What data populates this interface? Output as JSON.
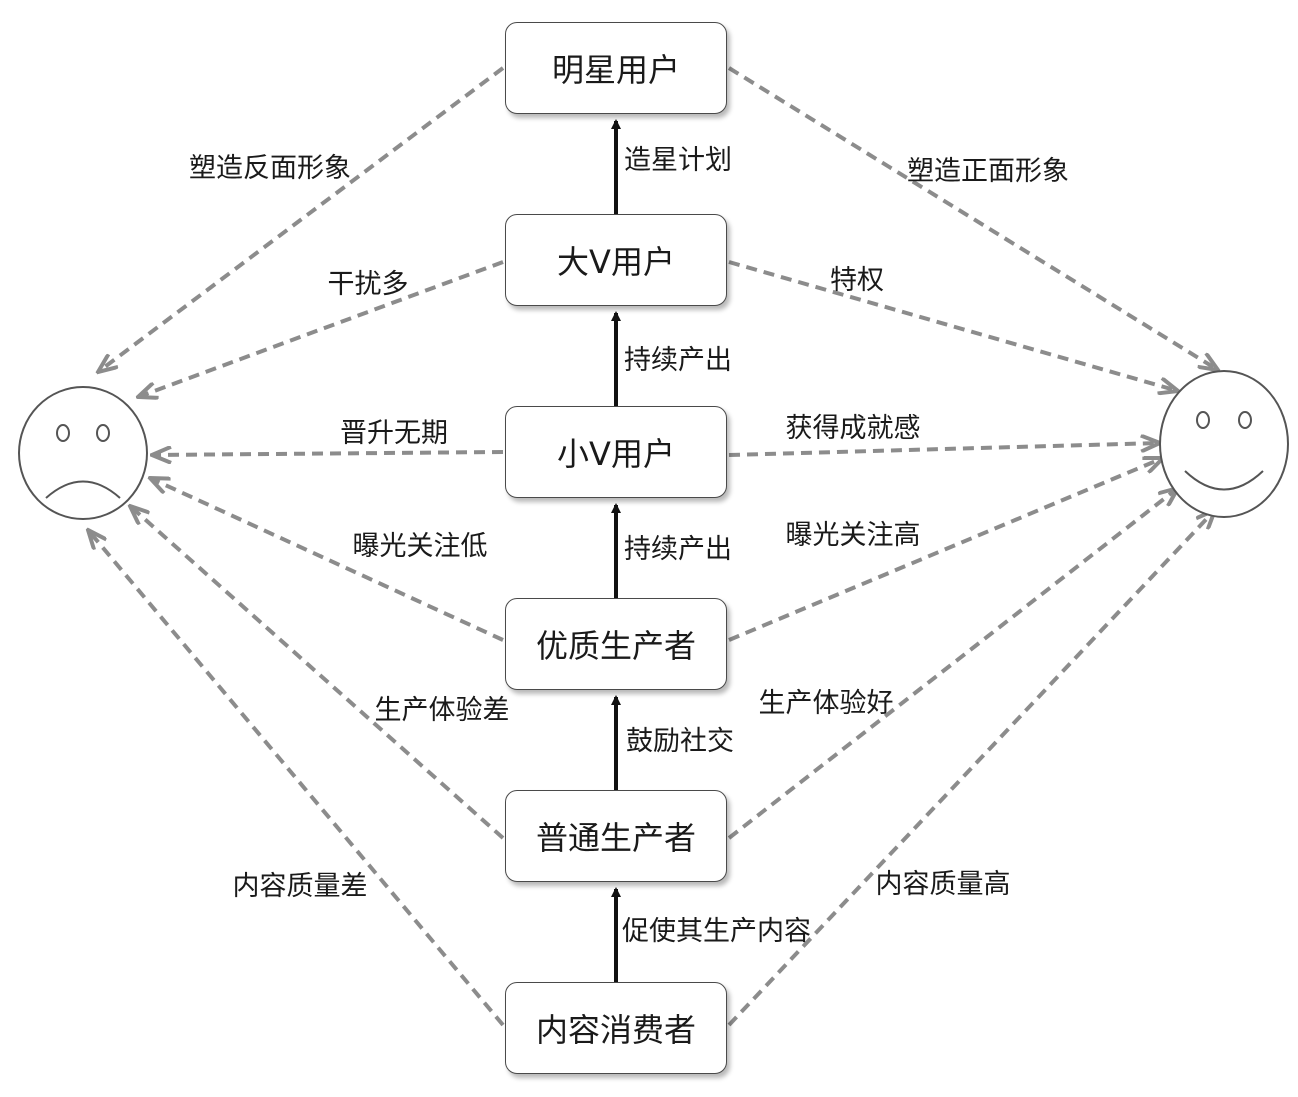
{
  "nodes": {
    "star": "明星用户",
    "big_v": "大V用户",
    "small_v": "小V用户",
    "quality": "优质生产者",
    "ordinary": "普通生产者",
    "consumer": "内容消费者"
  },
  "up_labels": {
    "consumer_to_ordinary": "促使其生产内容",
    "ordinary_to_quality": "鼓励社交",
    "quality_to_small_v": "持续产出",
    "small_v_to_big_v": "持续产出",
    "big_v_to_star": "造星计划"
  },
  "negative_labels": {
    "star": "塑造反面形象",
    "big_v": "干扰多",
    "small_v": "晋升无期",
    "quality": "曝光关注低",
    "ordinary": "生产体验差",
    "consumer": "内容质量差"
  },
  "positive_labels": {
    "star": "塑造正面形象",
    "big_v": "特权",
    "small_v": "获得成就感",
    "quality": "曝光关注高",
    "ordinary": "生产体验好",
    "consumer": "内容质量高"
  },
  "faces": {
    "left": "sad-face-icon",
    "right": "happy-face-icon"
  },
  "colors": {
    "solid_arrow": "#111111",
    "dashed_arrow": "#8c8c8c",
    "node_border": "#4a4a4a",
    "text": "#1a1a1a"
  }
}
